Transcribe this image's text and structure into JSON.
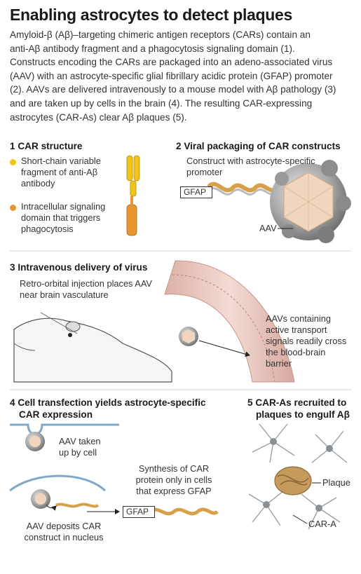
{
  "title": "Enabling astrocytes to detect plaques",
  "intro": [
    "Amyloid-β (Aβ)–targeting chimeric antigen receptors (CARs) contain an",
    "anti-Aβ antibody fragment and a phagocytosis signaling domain (1).",
    "Constructs encoding the CARs are packaged into an adeno-associated virus",
    "(AAV) with an astrocyte-specific glial fibrillary acidic protein (GFAP) promoter",
    "(2). AAVs are delivered intravenously to a mouse model with Aβ pathology (3)",
    "and are taken up by cells in the brain (4). The resulting CAR-expressing",
    "astrocytes (CAR-As) clear Aβ plaques (5)."
  ],
  "colors": {
    "yellow": "#f2c418",
    "orange": "#e8962e",
    "vessel": "#e7c7c0"
  },
  "panel1": {
    "heading": "1 CAR structure",
    "bullet1": [
      "Short-chain variable",
      "fragment of anti-Aβ",
      "antibody"
    ],
    "bullet2": [
      "Intracellular signaling",
      "domain that triggers",
      "phagocytosis"
    ]
  },
  "panel2": {
    "heading": "2 Viral packaging of CAR constructs",
    "caption": [
      "Construct with astrocyte-specific",
      "promoter"
    ],
    "gfap": "GFAP",
    "aav": "AAV"
  },
  "panel3": {
    "heading": "3 Intravenous delivery of virus",
    "caption": [
      "Retro-orbital injection places AAV",
      "near brain vasculature"
    ],
    "note": [
      "AAVs containing",
      "active transport",
      "signals readily cross",
      "the blood-brain",
      "barrier"
    ]
  },
  "panel4": {
    "heading": [
      "4 Cell transfection yields astrocyte-specific",
      "CAR expression"
    ],
    "uptake": [
      "AAV taken",
      "up by cell"
    ],
    "synthesis": [
      "Synthesis of CAR",
      "protein only in cells",
      "that express GFAP"
    ],
    "deposit": [
      "AAV deposits CAR",
      "construct in nucleus"
    ],
    "gfap": "GFAP"
  },
  "panel5": {
    "heading": [
      "5 CAR-As recruited to",
      "plaques to engulf Aβ"
    ],
    "plaque": "Plaque",
    "cara": "CAR-A"
  }
}
